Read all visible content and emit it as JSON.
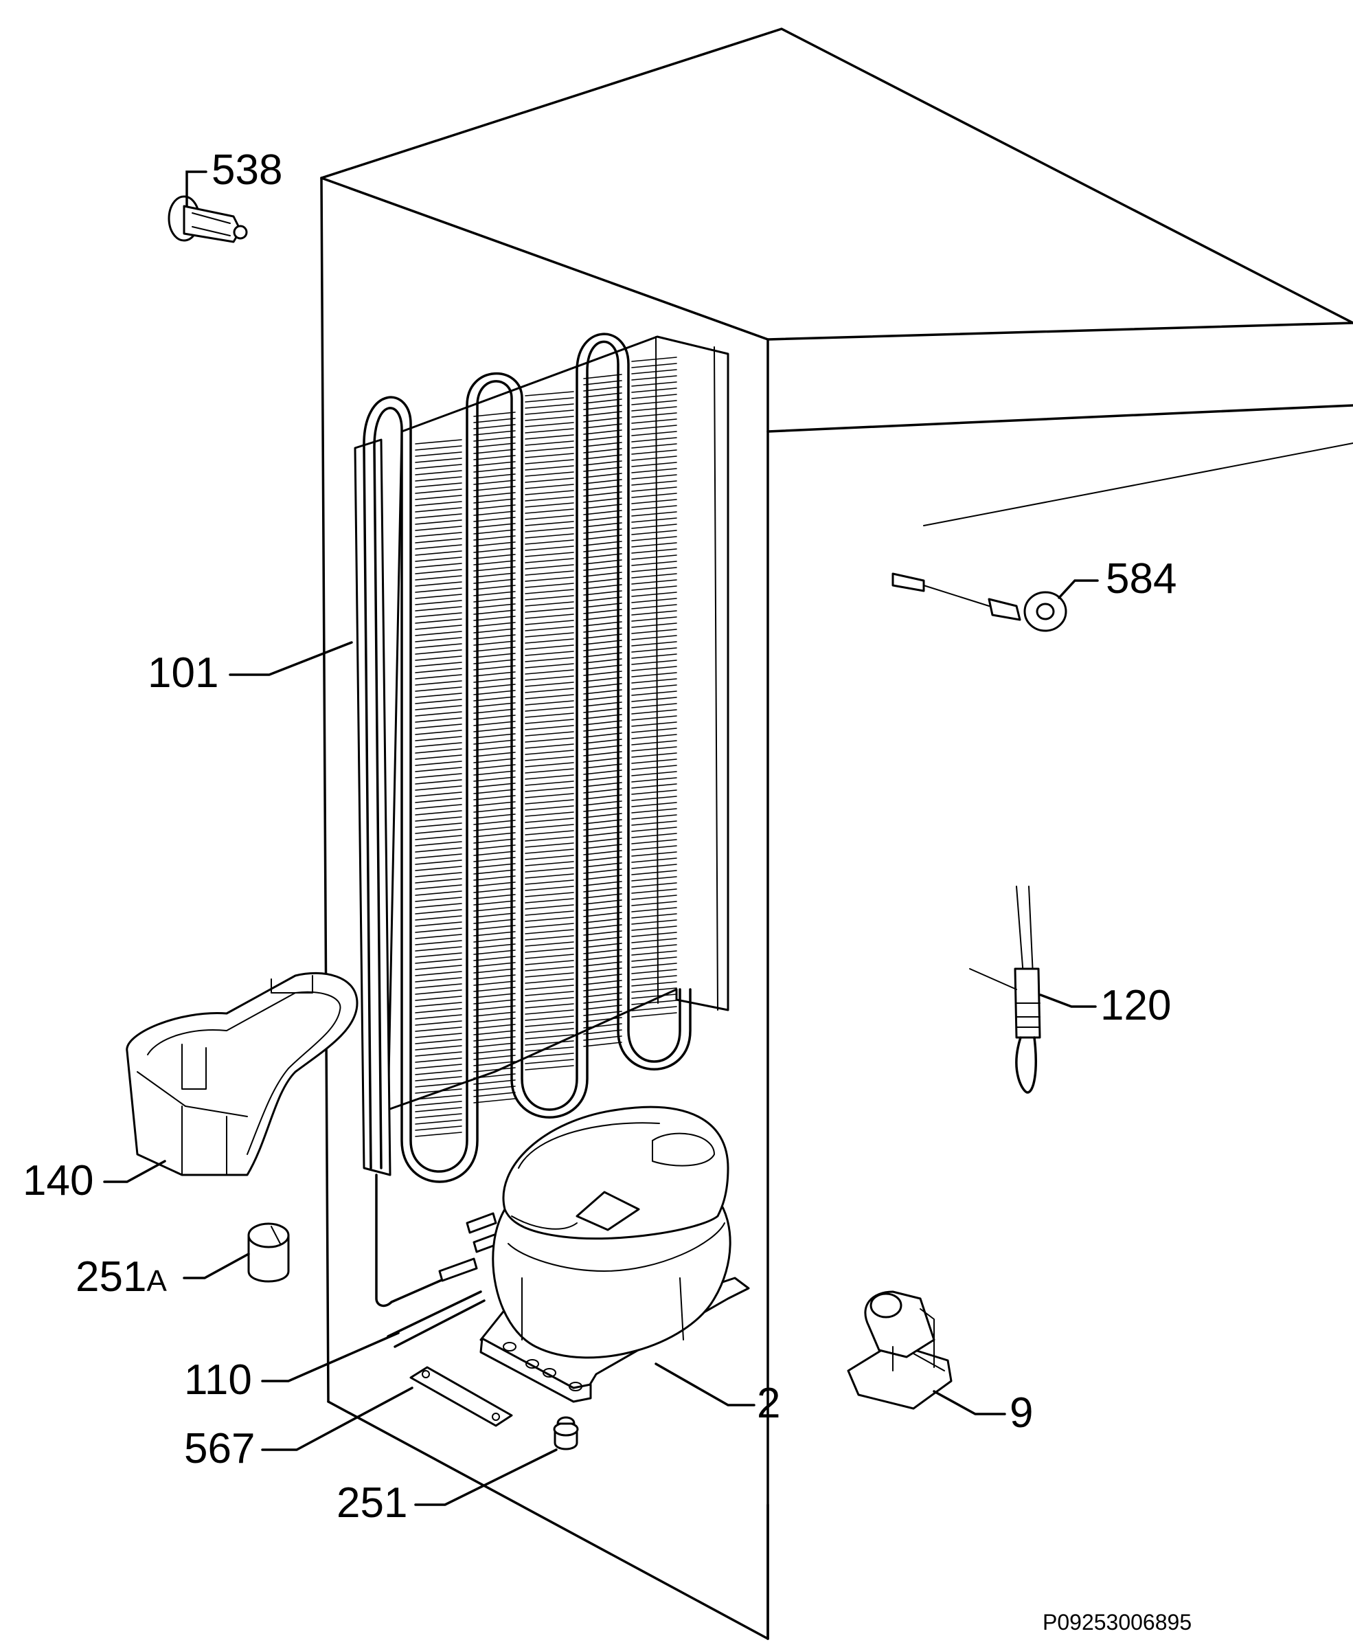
{
  "callouts": [
    {
      "id": "538",
      "label": "538",
      "part": "hinge-bushing"
    },
    {
      "id": "584",
      "label": "584",
      "part": "sensor-cable"
    },
    {
      "id": "101",
      "label": "101",
      "part": "condenser"
    },
    {
      "id": "120",
      "label": "120",
      "part": "thermostat-probe"
    },
    {
      "id": "140",
      "label": "140",
      "part": "drip-tray"
    },
    {
      "id": "251A",
      "label": "251",
      "suffix": "A",
      "part": "grommet"
    },
    {
      "id": "110",
      "label": "110",
      "part": "drier-filter"
    },
    {
      "id": "2",
      "label": "2",
      "part": "compressor"
    },
    {
      "id": "9",
      "label": "9",
      "part": "relay-cover"
    },
    {
      "id": "567",
      "label": "567",
      "part": "mounting-plate"
    },
    {
      "id": "251",
      "label": "251",
      "part": "foot"
    }
  ],
  "drawing_code": "P09253006895"
}
